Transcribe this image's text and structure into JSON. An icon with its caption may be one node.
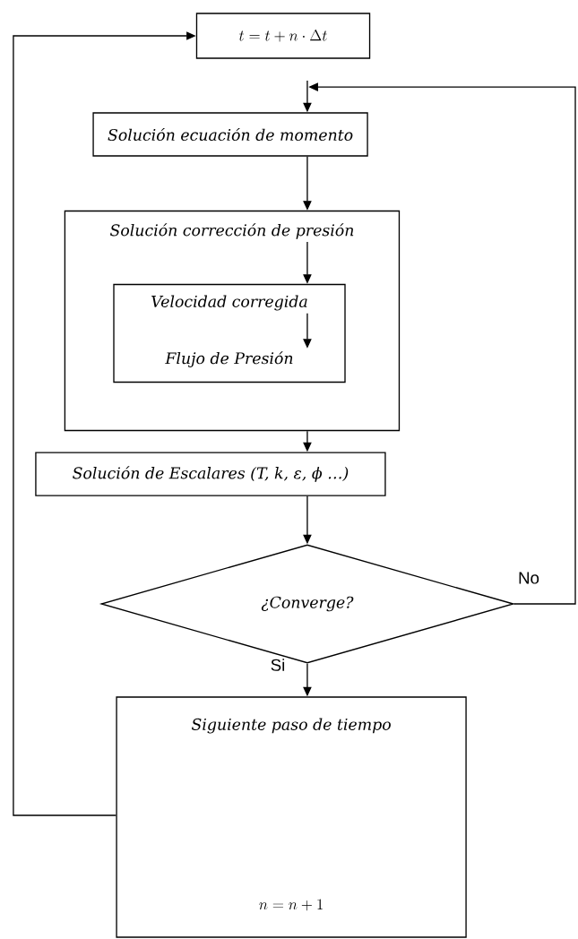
{
  "diagram": {
    "nodes": [
      {
        "text": [
          "t = t + n \\cdot \\Delta t"
        ]
      },
      {
        "text": [
          "Solución ecuación de momento"
        ]
      },
      {
        "text": [
          "Solución corrección de presión"
        ]
      },
      {
        "text": [],
        "shape": "box",
        "in": 2
      },
      {
        "text": [
          "Velocidad corregida"
        ],
        "in": 3
      },
      {
        "text": [
          "Flujo de Presión"
        ],
        "in": 3
      },
      {
        "text": [
          "Solución de Escalares (T, k, ε, ϕ …)"
        ]
      },
      {
        "text": [
          "¿Converge?"
        ]
      },
      {
        "text": [
          "Siguiente paso de tiempo",
          "n = n + 1"
        ]
      }
    ],
    "edges": [
      {
        "from": 0,
        "to": 1,
        "arrow": "to"
      },
      {
        "from": 7,
        "to": 1,
        "arrow": "to",
        "label": "No"
      },
      {
        "from": 1,
        "to": 2,
        "arrow": "to"
      },
      {
        "from": 2,
        "to": 3,
        "arrow": "to"
      },
      {
        "from": 4,
        "to": 5,
        "arrow": "to"
      },
      {
        "from": 2,
        "to": 6,
        "arrow": "to"
      },
      {
        "from": 6,
        "to": 7,
        "arrow": "to"
      },
      {
        "from": 7,
        "to": 8,
        "arrow": "to",
        "label": "Si"
      },
      {
        "from": 8,
        "to": 0,
        "arrow": "to"
      }
    ]
  }
}
